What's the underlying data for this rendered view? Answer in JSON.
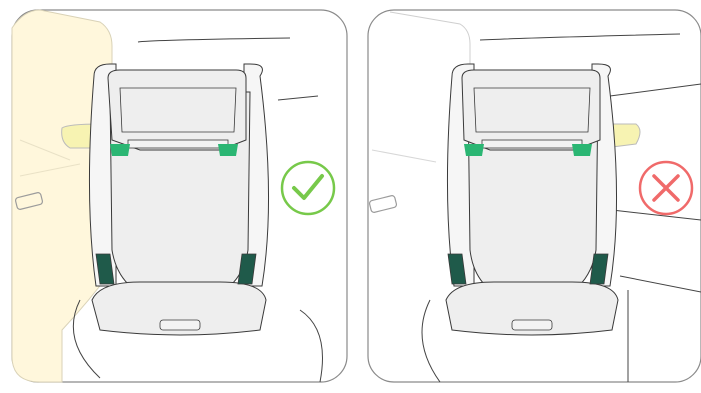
{
  "panels": [
    {
      "id": "correct",
      "verdict_icon": "checkmark-icon",
      "status": "correct"
    },
    {
      "id": "incorrect",
      "verdict_icon": "x-mark-icon",
      "status": "incorrect"
    }
  ],
  "colors": {
    "frame": "#8a8a8a",
    "line": "#3a3a3a",
    "seat_fill": "#eeeeee",
    "seat_shade": "#f6f6f6",
    "green_clip": "#2bb673",
    "dark_green": "#1f5a4a",
    "door_fill": "#fff7dc",
    "armrest_fill": "#f7f3b2",
    "check_color": "#77c94a",
    "cross_color": "#f06a6a"
  }
}
